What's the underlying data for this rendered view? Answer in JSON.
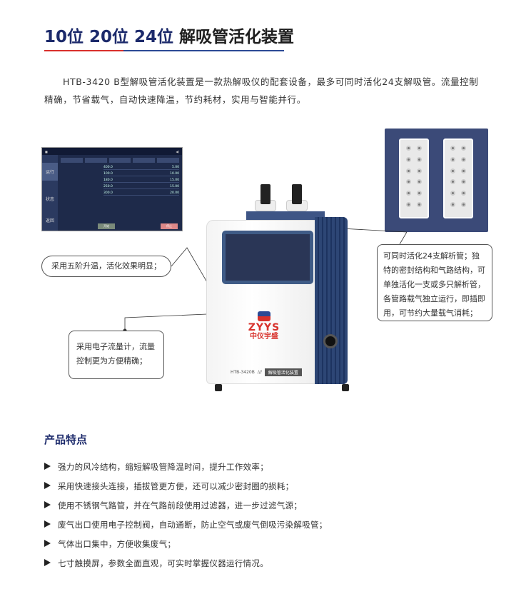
{
  "header": {
    "title_highlight": "10位 20位 24位",
    "title_rest": " 解吸管活化装置"
  },
  "intro": "HTB-3420 B型解吸管活化装置是一款热解吸仪的配套设备，最多可同时活化24支解吸管。流量控制精确，节省载气，自动快速降温，节约耗材，实用与智能并行。",
  "screen": {
    "tabs": [
      "运行",
      "状态",
      "返回"
    ],
    "values": [
      "400.0",
      "100.0",
      "180.0",
      "250.0",
      "300.0"
    ],
    "flows": [
      "5.00",
      "10.00",
      "15.00",
      "15.00",
      "20.00"
    ],
    "start": "开始",
    "stop": "停止"
  },
  "callouts": {
    "heating": "采用五阶升温，活化效果明显；",
    "flow": "采用电子流量计，流量控制更为方便精确；",
    "tubes": "可同时活化24支解析管；独特的密封结构和气路结构，可单独活化一支或多只解析管，各管路载气独立运行，即插即用，可节约大量载气消耗；"
  },
  "device": {
    "brand_en": "ZYYS",
    "brand_cn": "中仪宇盛",
    "model": "HTB-3420B",
    "label": "解吸管活化装置"
  },
  "features": {
    "title": "产品特点",
    "items": [
      "强力的风冷结构，缩短解吸管降温时间，提升工作效率；",
      "采用快速接头连接，插拔管更方便，还可以减少密封圈的损耗；",
      "使用不锈钢气路管，并在气路前段使用过滤器，进一步过滤气源；",
      "废气出口使用电子控制阀，自动通断，防止空气或废气倒吸污染解吸管；",
      "气体出口集中，方便收集废气；",
      "七寸触摸屏，参数全面直观，可实时掌握仪器运行情况。"
    ]
  },
  "colors": {
    "navy": "#1c2a6b",
    "red": "#d9302c",
    "blue": "#2c4a95"
  }
}
